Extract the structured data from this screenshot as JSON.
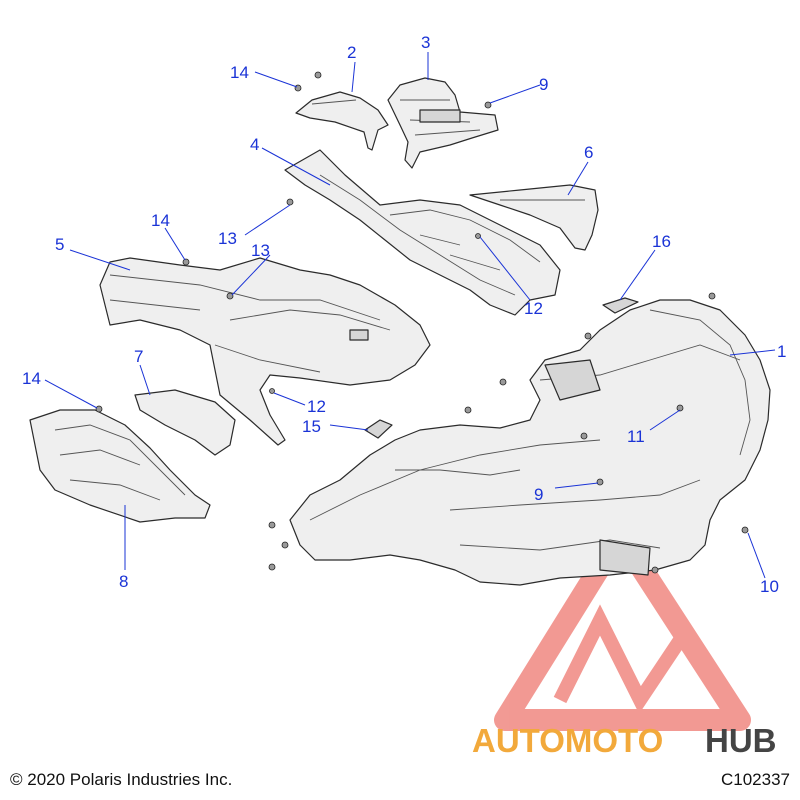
{
  "callouts": [
    "1",
    "2",
    "3",
    "4",
    "5",
    "6",
    "7",
    "8",
    "9",
    "9",
    "10",
    "11",
    "12",
    "12",
    "13",
    "13",
    "14",
    "14",
    "14",
    "15",
    "16"
  ],
  "footer": {
    "copyright": "© 2020 Polaris Industries Inc.",
    "code": "C102337"
  },
  "watermark": {
    "text_part1": "AUTOMOTO",
    "text_part2": "HUB",
    "color_primary": "#e8473c",
    "color_secondary": "#f2a93b",
    "color_dark": "#444444"
  },
  "colors": {
    "callout": "#1a33d6",
    "part_fill": "#efefef",
    "outline": "#2b2b2b"
  }
}
